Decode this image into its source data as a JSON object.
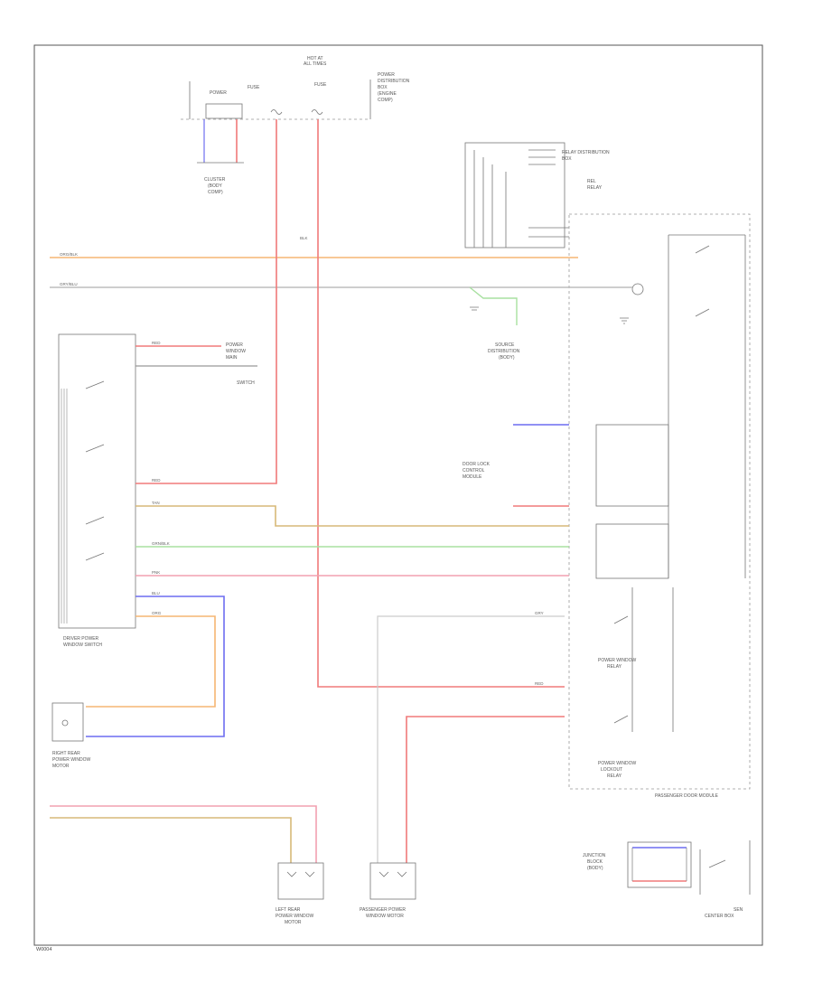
{
  "colors": {
    "red": "#f07a7a",
    "pink": "#f2a0b0",
    "orange": "#f5b673",
    "tan": "#d7b978",
    "green": "#a8e0a0",
    "blue": "#6d6df0",
    "gray": "#bdbdbd",
    "frame": "#444444"
  },
  "labels": {
    "fuse_top": "HOT AT",
    "fuse_top2": "ALL TIMES",
    "power_box": "POWER",
    "fuse_a": "FUSE",
    "fuse_b": "FUSE",
    "fuse_right1": "POWER",
    "fuse_right2": "DISTRIBUTION",
    "fuse_right3": "BOX",
    "fuse_right4": "(ENGINE",
    "fuse_right5": "COMP)",
    "comp_left_top1": "CLUSTER",
    "comp_left_top2": "(BODY",
    "comp_left_top3": "COMP)",
    "relay_top1": "RELAY DISTRIBUTION",
    "relay_top2": "BOX",
    "relay_top3": "REL",
    "relay_top4": "RELAY",
    "junction1": "SOURCE",
    "junction2": "DISTRIBUTION",
    "junction3": "(BODY)",
    "left_module1": "POWER",
    "left_module2": "WINDOW",
    "left_module3": "MAIN",
    "left_module4": "SWITCH",
    "driver_switch1": "DRIVER POWER",
    "driver_switch2": "WINDOW SWITCH",
    "right_rear_motor1": "RIGHT REAR",
    "right_rear_motor2": "POWER WINDOW",
    "right_rear_motor3": "MOTOR",
    "center_module1": "DOOR LOCK",
    "center_module2": "CONTROL",
    "center_module3": "MODULE",
    "left_rear_motor1": "LEFT REAR",
    "left_rear_motor2": "POWER WINDOW",
    "left_rear_motor3": "MOTOR",
    "passenger_motor1": "PASSENGER POWER",
    "passenger_motor2": "WINDOW MOTOR",
    "passenger_box": "PASSENGER DOOR MODULE",
    "relay1": "POWER WINDOW",
    "relay1b": "RELAY",
    "relay2": "POWER WINDOW",
    "relay2b": "LOCKOUT",
    "relay2c": "RELAY",
    "bottom_right1": "JUNCTION",
    "bottom_right2": "BLOCK",
    "bottom_right3": "(BODY)",
    "bottom_right4": "SEN",
    "bottom_right5": "CENTER BOX",
    "footer_code": "W0004"
  },
  "wire_labels": {
    "top_orange": "ORG/BLK",
    "top_gray": "GRY/BLU",
    "w_red": "RED",
    "w_pink": "PNK",
    "w_tan": "TAN",
    "w_green": "GRN/BLK",
    "w_blue": "BLU",
    "w_orange": "ORG",
    "w_gray": "GRY",
    "w_blk": "BLK"
  }
}
